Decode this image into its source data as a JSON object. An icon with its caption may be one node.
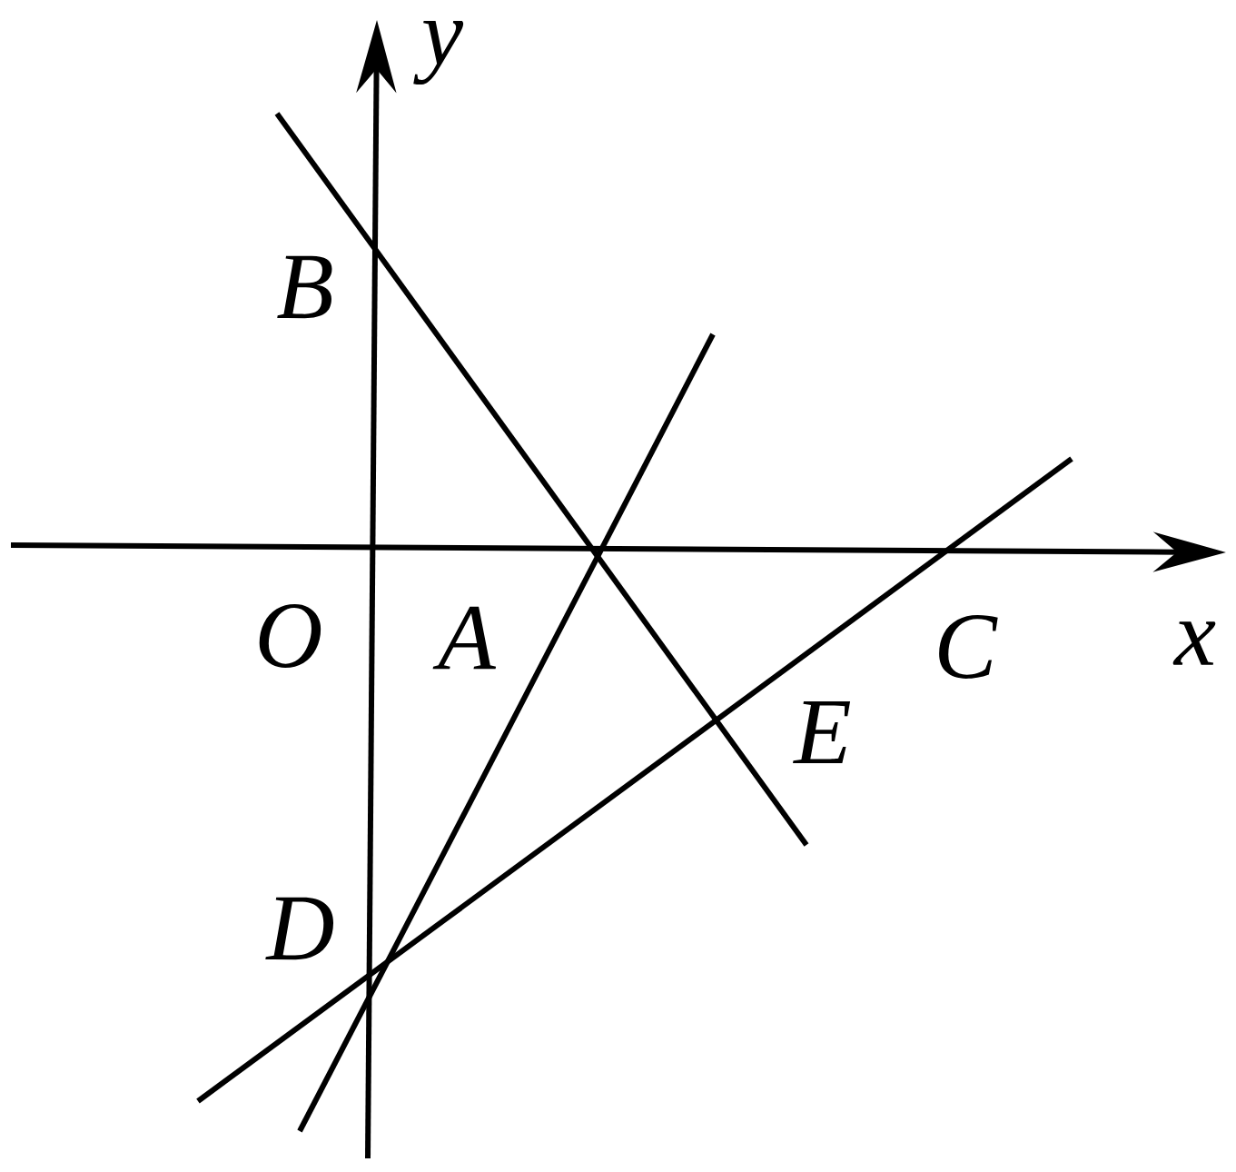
{
  "diagram": {
    "labels": [
      "y",
      "B",
      "O",
      "A",
      "C",
      "x",
      "E",
      "D"
    ]
  }
}
